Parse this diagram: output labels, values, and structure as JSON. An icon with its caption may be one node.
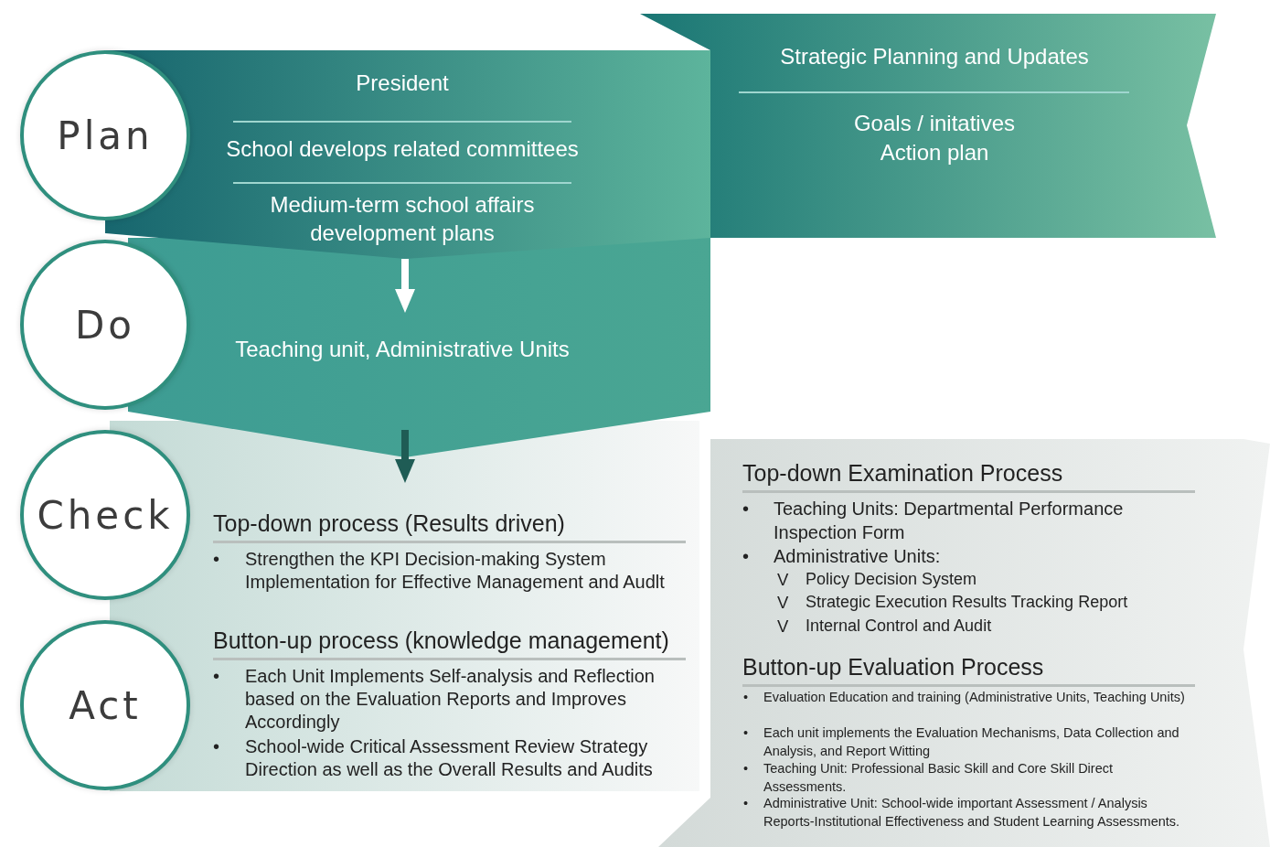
{
  "diagram": {
    "nodes": [
      {
        "text": [
          "Plan"
        ]
      },
      {
        "text": [
          "Do"
        ]
      },
      {
        "text": [
          "Check"
        ]
      },
      {
        "text": [
          "Act"
        ]
      },
      {
        "text": [
          "President",
          "School develops related committees",
          "Medium-term school affairs development plans"
        ]
      },
      {
        "text": [
          "Teaching unit, Administrative Units"
        ]
      },
      {
        "text": [
          "Strategic Planning and Updates",
          "Goals / initatives",
          "Action plan"
        ]
      },
      {
        "text": [
          "Top-down process (Results driven)",
          "•",
          "Strengthen the KPI Decision-making System Implementation for Effective Management and Audlt",
          "Button-up process (knowledge management)",
          "•",
          "Each Unit Implements Self-analysis and Reflection based on the Evaluation Reports and Improves Accordingly",
          "•",
          "School-wide Critical Assessment Review Strategy Direction as well as the Overall Results and Audits"
        ]
      },
      {
        "text": [
          "Top-down Examination Process",
          "•",
          "Teaching Units: Departmental Performance Inspection Form",
          "•",
          "Administrative Units:",
          "V",
          "Policy Decision System",
          "V",
          "Strategic Execution Results Tracking Report",
          "V",
          "Internal Control and Audit",
          "Button-up Evaluation Process",
          "•",
          "Evaluation Education and training (Administrative Units, Teaching Units)",
          "•",
          "Each unit implements the Evaluation Mechanisms, Data Collection and Analysis, and Report Witting",
          "•",
          "Teaching Unit: Professional Basic Skill and Core Skill Direct Assessments.",
          "•",
          "Administrative Unit: School-wide important Assessment / Analysis Reports-Institutional Effectiveness and Student Learning Assessments."
        ]
      }
    ],
    "edges": [
      {
        "from": 4,
        "to": 5,
        "arrow": "to"
      },
      {
        "from": 5,
        "to": 7,
        "arrow": "to",
        "color": "#1f5c55"
      }
    ]
  }
}
